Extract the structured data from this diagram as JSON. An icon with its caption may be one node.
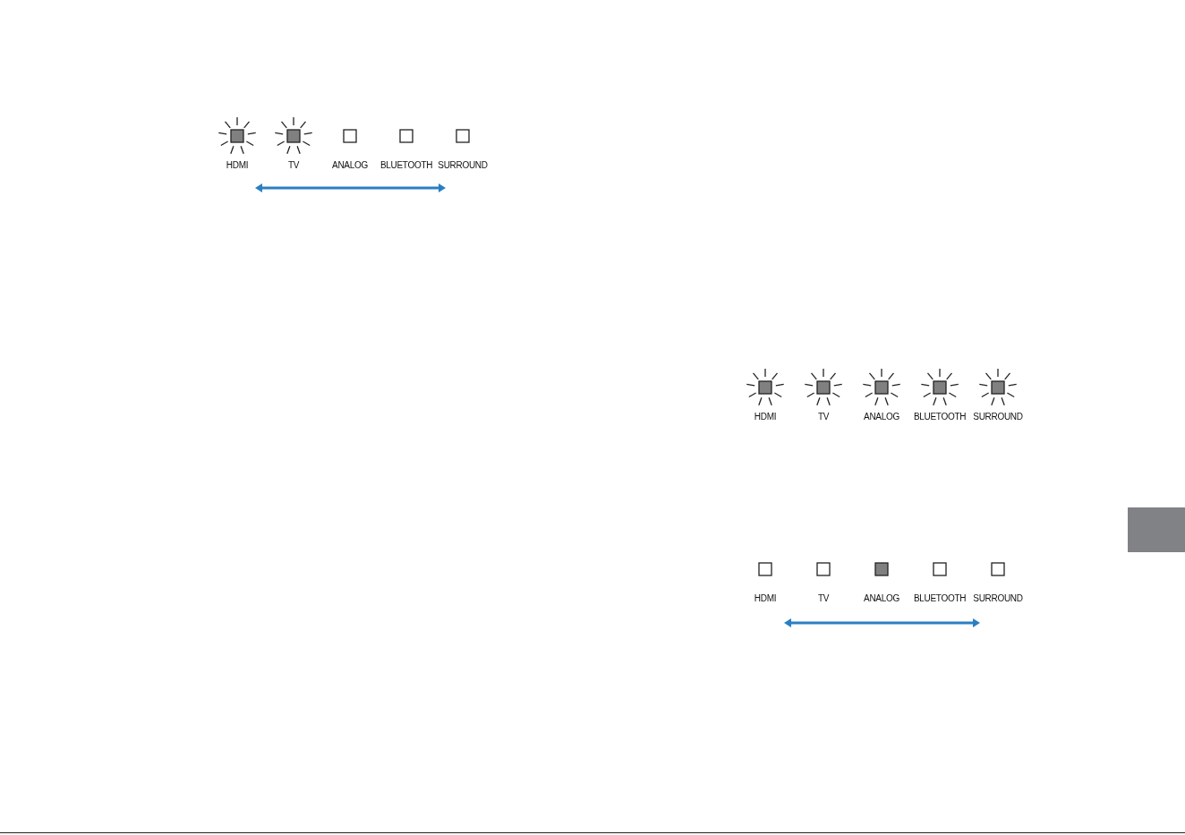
{
  "diagram": {
    "nodes": [
      {
        "text": [
          "HDMI"
        ]
      },
      {
        "text": [
          "TV"
        ]
      },
      {
        "text": [
          "ANALOG"
        ]
      },
      {
        "text": [
          "BLUETOOTH"
        ]
      },
      {
        "text": [
          "SURROUND"
        ]
      },
      {
        "text": [
          "HDMI"
        ]
      },
      {
        "text": [
          "TV"
        ]
      },
      {
        "text": [
          "ANALOG"
        ]
      },
      {
        "text": [
          "BLUETOOTH"
        ]
      },
      {
        "text": [
          "SURROUND"
        ]
      },
      {
        "text": [
          "HDMI"
        ]
      },
      {
        "text": [
          "TV"
        ]
      },
      {
        "text": [
          "ANALOG"
        ]
      },
      {
        "text": [
          "BLUETOOTH"
        ]
      },
      {
        "text": [
          "SURROUND"
        ]
      }
    ]
  }
}
